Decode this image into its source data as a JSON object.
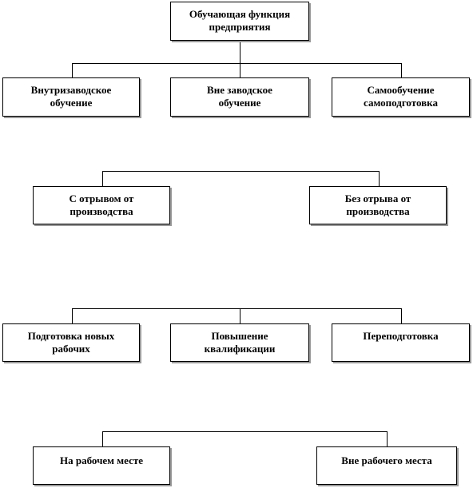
{
  "root": {
    "line1": "Обучающая функция",
    "line2": "предприятия"
  },
  "group1": {
    "items": [
      {
        "line1": "Внутризаводское",
        "line2": "обучение"
      },
      {
        "line1": "Вне заводское",
        "line2": "обучение"
      },
      {
        "line1": "Самообучение",
        "line2": "самоподготовка"
      }
    ]
  },
  "group2": {
    "items": [
      {
        "line1": "С отрывом от",
        "line2": "производства"
      },
      {
        "line1": "Без отрыва от",
        "line2": "производства"
      }
    ]
  },
  "group3": {
    "items": [
      {
        "line1": "Подготовка новых",
        "line2": "рабочих"
      },
      {
        "line1": "Повышение",
        "line2": "квалификации"
      },
      {
        "line1": "Переподготовка",
        "line2": ""
      }
    ]
  },
  "group4": {
    "items": [
      {
        "line1": "На рабочем месте"
      },
      {
        "line1": "Вне рабочего места"
      }
    ]
  }
}
